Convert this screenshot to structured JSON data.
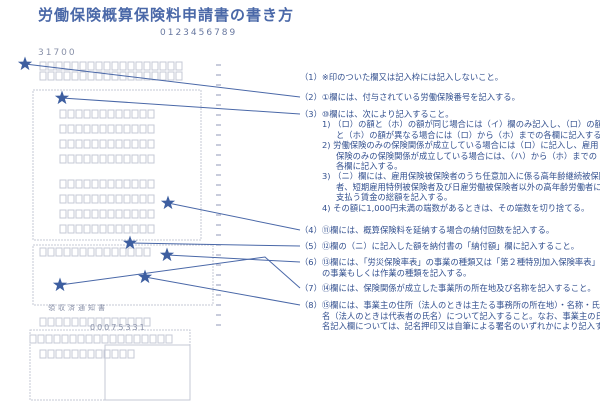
{
  "title": "労働保険概算保険料申請書の書き方",
  "form": {
    "code": "31700",
    "number_row": "0123456789",
    "receipt_no": "00075331",
    "bottom_label": "領収済通知書"
  },
  "items": [
    {
      "num": "（1）",
      "text": "※印のついた欄又は記入枠には記入しないこと。"
    },
    {
      "num": "（2）",
      "text": "①欄には、付与されている労働保険番号を記入する。"
    },
    {
      "num": "（3）",
      "text": "⑩欄には、次により記入すること。"
    },
    {
      "num": "（4）",
      "text": "⑪欄には、概算保険料を延納する場合の納付回数を記入する。"
    },
    {
      "num": "（5）",
      "text": "⑫欄の（ニ）に記入した額を納付書の「納付額」欄に記入すること。"
    },
    {
      "num": "（6）",
      "text": "⑬欄には、「労災保険率表」の事業の種類又は「第２種特別加入保険率表」",
      "text2": "の事業もしくは作業の種類を記入する。"
    },
    {
      "num": "（7）",
      "text": "⑭欄には、保険関係が成立した事業所の所在地及び名称を記入すること。"
    },
    {
      "num": "（8）",
      "text": "⑮欄には、事業主の住所（法人のときは主たる事務所の所在地）・名称・氏",
      "text2": "名（法人のときは代表者の氏名）について記入すること。なお、事業主の氏",
      "text3": "名記入欄については、記名押印又は自筆による署名のいずれかにより記入する。"
    }
  ],
  "subitems": [
    {
      "num": "1)",
      "l1": "（ロ）の額と（ホ）の額が同じ場合には（イ）欄のみ記入し、（ロ）の額",
      "l2": "と（ホ）の額が異なる場合には（ロ）から（ホ）までの各欄に記入する。"
    },
    {
      "num": "2)",
      "l1": "労働保険のみの保険関係が成立している場合には（ロ）に記入し、雇用",
      "l2": "保険のみの保険関係が成立している場合には、（ハ）から（ホ）までの",
      "l3": "各欄に記入する。"
    },
    {
      "num": "3)",
      "l1": "（ニ）欄には、雇用保険被保険者のうち任意加入に係る高年齢継続被保険",
      "l2": "者、短期雇用特例被保険者及び日雇労働被保険者以外の高年齢労働者に",
      "l3": "支払う賃金の総額を記入する。"
    },
    {
      "num": "4)",
      "l1": "その額に1,000円未満の端数があるときは、その端数を切り捨てる。"
    }
  ]
}
